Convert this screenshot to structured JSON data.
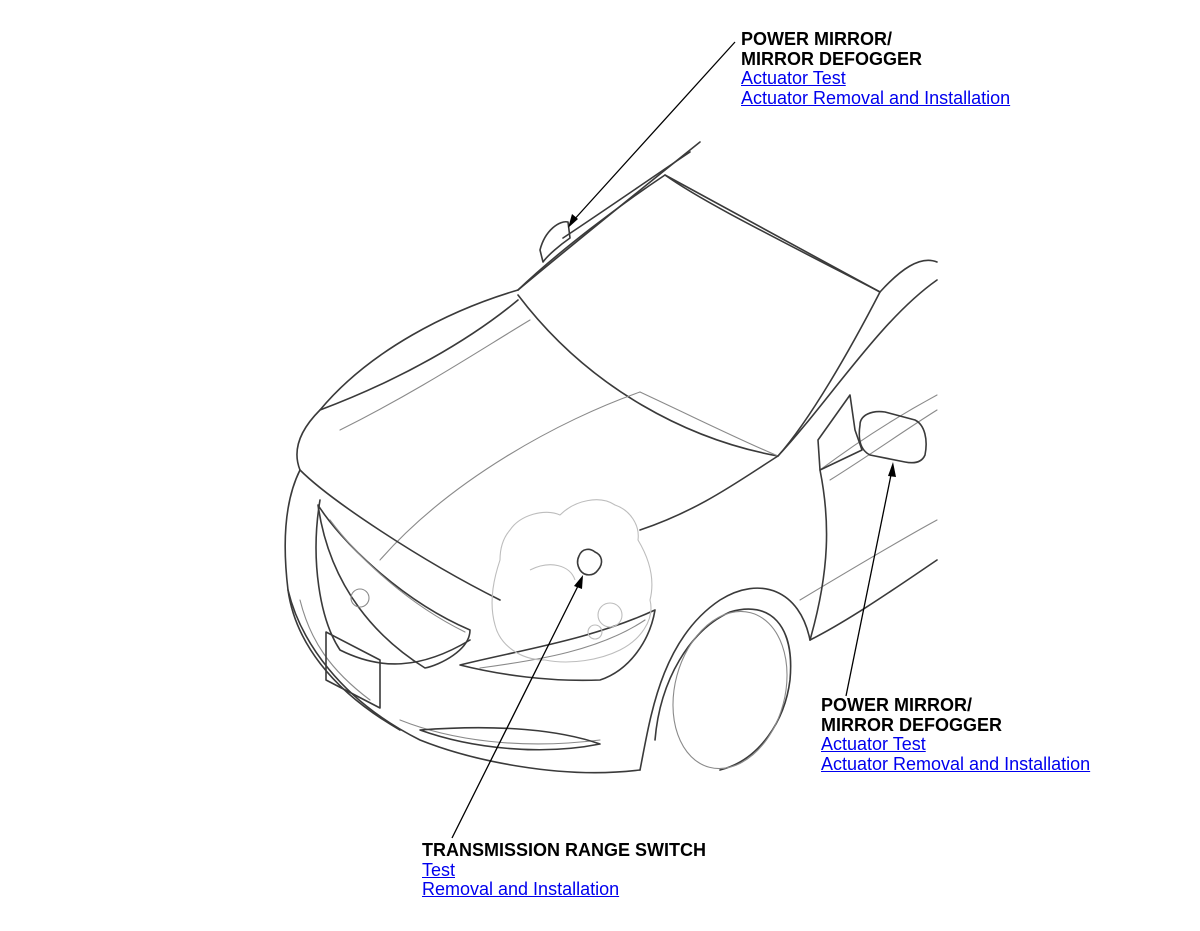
{
  "callouts": {
    "left_mirror": {
      "title_line1": "POWER MIRROR/",
      "title_line2": "MIRROR DEFOGGER",
      "links": [
        "Actuator Test",
        "Actuator Removal and Installation"
      ]
    },
    "right_mirror": {
      "title_line1": "POWER MIRROR/",
      "title_line2": "MIRROR DEFOGGER",
      "links": [
        "Actuator Test",
        "Actuator Removal and Installation"
      ]
    },
    "transmission_range_switch": {
      "title": "TRANSMISSION RANGE SWITCH",
      "links": [
        "Test",
        "Removal and Installation"
      ]
    }
  },
  "colors": {
    "link": "#0000ee",
    "text": "#000000",
    "car_outline": "#3a3a3a",
    "ghost_component": "#bdbdbd"
  }
}
